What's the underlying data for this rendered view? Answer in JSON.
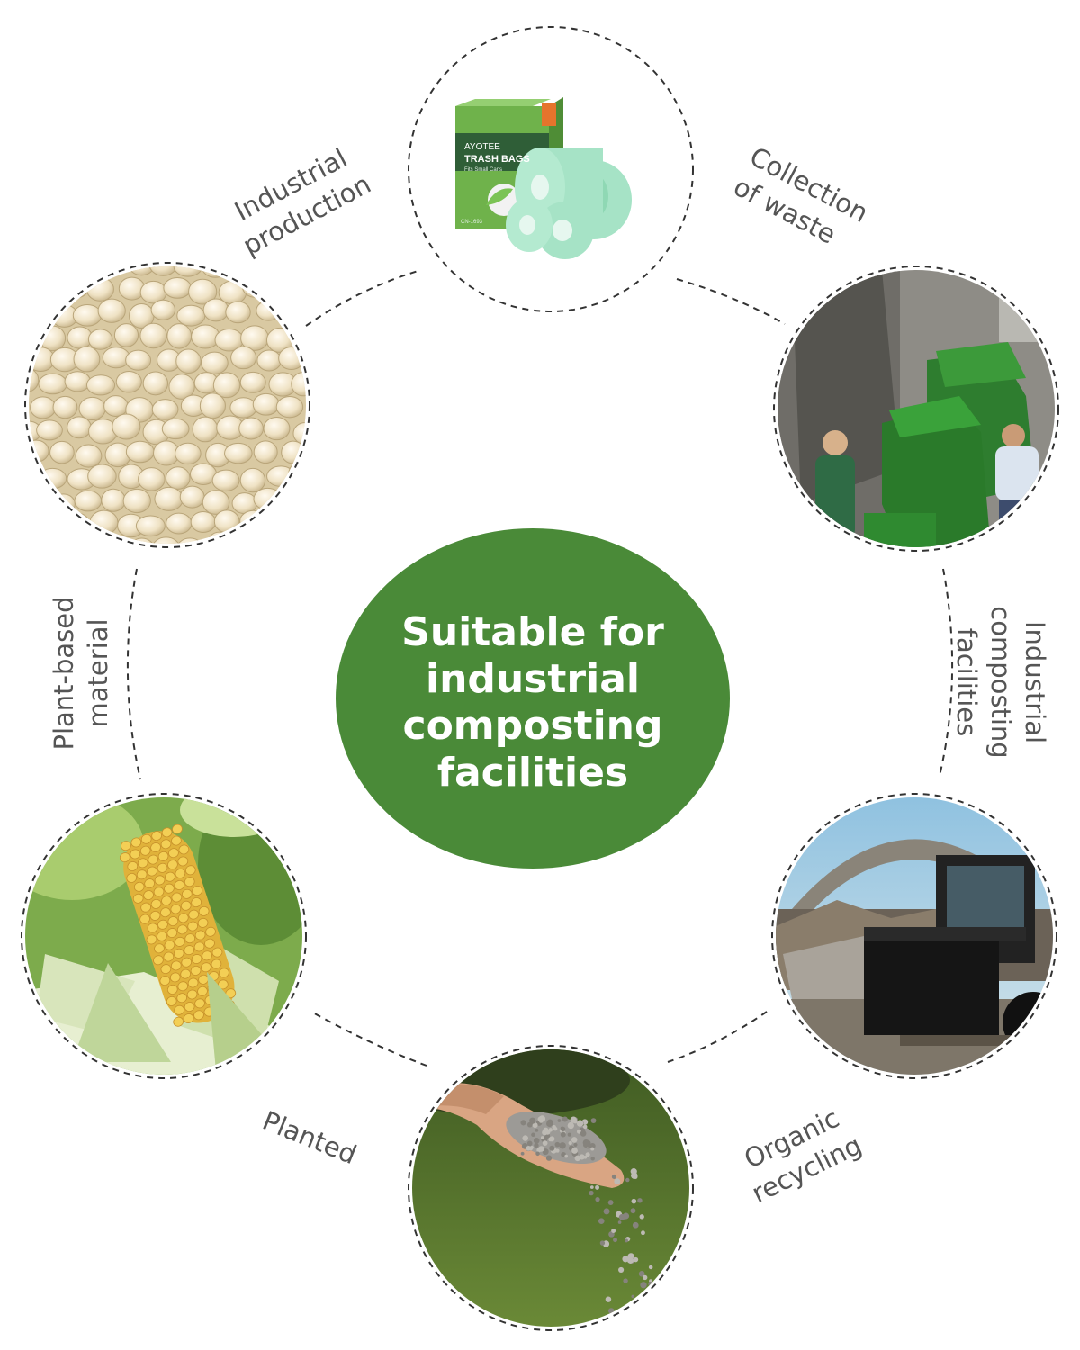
{
  "center": {
    "title": "Suitable for industrial composting facilities"
  },
  "stages": [
    {
      "label_lines": [
        "Industrial",
        "production"
      ],
      "image": "trash-bags-box"
    },
    {
      "label_lines": [
        "Collection",
        "of waste"
      ],
      "image": "waste-collection"
    },
    {
      "label_lines": [
        "Industrial",
        "composting",
        "facilities"
      ],
      "image": ""
    },
    {
      "label_lines": [
        "Organic",
        "recycling"
      ],
      "image": "compost-loader"
    },
    {
      "label_lines": [
        "Planted"
      ],
      "image": "hand-with-granules"
    },
    {
      "label_lines": [
        "Plant-based",
        "material"
      ],
      "image": "corn-cob"
    },
    {
      "label_lines": [],
      "image": "bioplastic-pellets"
    }
  ],
  "product": {
    "brand": "AYOTEE",
    "name": "TRASH BAGS",
    "subtitle": "Fits Small Cans",
    "code": "CN-1693"
  },
  "colors": {
    "accent_green": "#4a8a38",
    "label_gray": "#555555",
    "dash_gray": "#333333",
    "bag_mint": "#a6e3c6",
    "box_green": "#76b955"
  }
}
